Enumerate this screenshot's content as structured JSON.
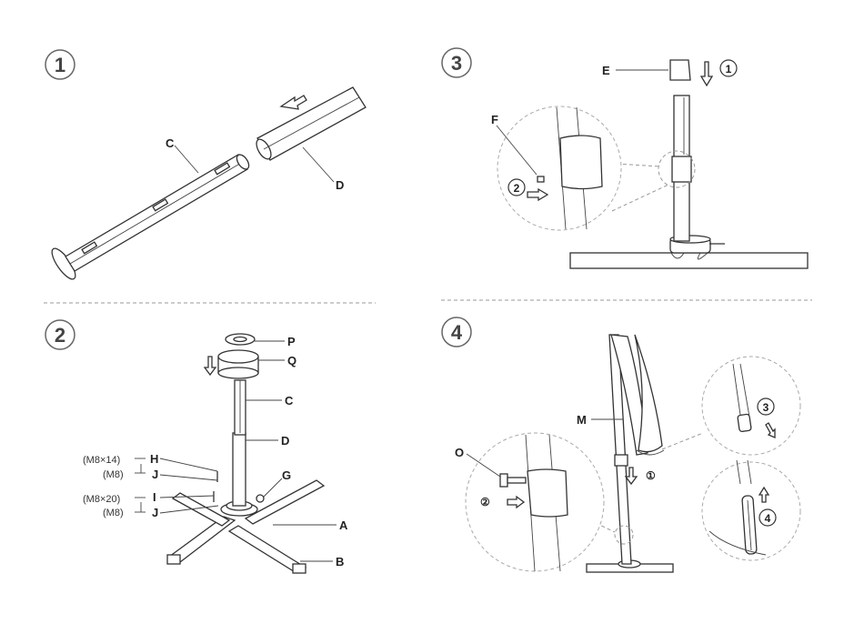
{
  "steps": [
    {
      "number": "1"
    },
    {
      "number": "2"
    },
    {
      "number": "3"
    },
    {
      "number": "4"
    }
  ],
  "step1": {
    "labels": {
      "c": "C",
      "d": "D"
    }
  },
  "step2": {
    "labels": {
      "p": "P",
      "q": "Q",
      "c": "C",
      "d": "D",
      "g": "G",
      "a": "A",
      "b": "B",
      "h": "H",
      "j1": "J",
      "i": "I",
      "j2": "J"
    },
    "specs": {
      "h": "(M8×14)",
      "j1": "(M8)",
      "i": "(M8×20)",
      "j2": "(M8)"
    }
  },
  "step3": {
    "labels": {
      "e": "E",
      "f": "F"
    },
    "substeps": {
      "one": "1",
      "two": "2"
    }
  },
  "step4": {
    "labels": {
      "m": "M",
      "o": "O"
    },
    "substeps": {
      "one": "①",
      "two": "②",
      "three": "3",
      "four": "4"
    }
  }
}
